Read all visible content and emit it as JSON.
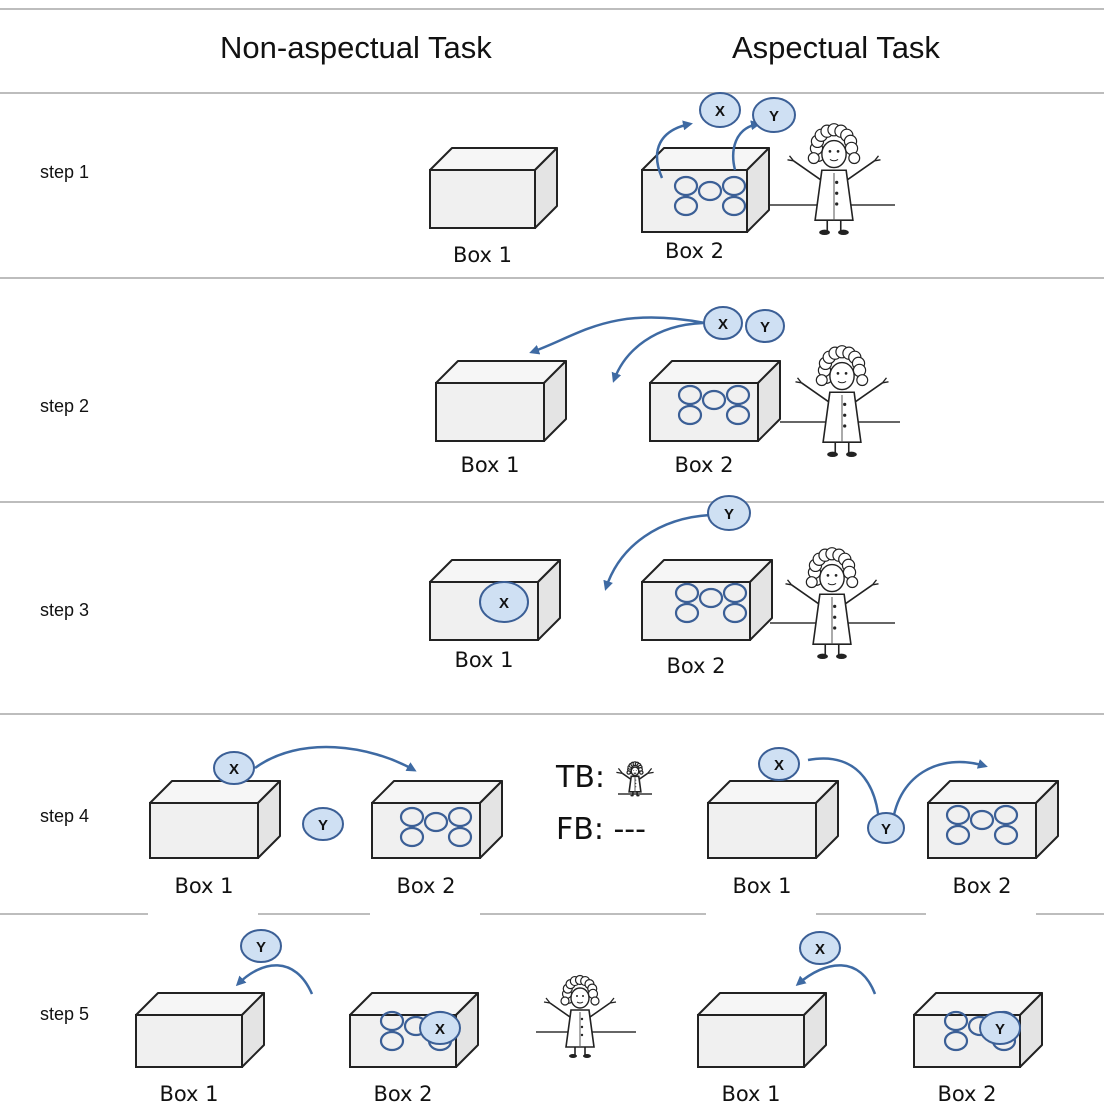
{
  "header": {
    "left_title": "Non-aspectual Task",
    "right_title": "Aspectual Task"
  },
  "steps": [
    "step 1",
    "step 2",
    "step 3",
    "step 4",
    "step 5"
  ],
  "box_labels": {
    "box1": "Box 1",
    "box2": "Box 2"
  },
  "ball_labels": {
    "x": "X",
    "y": "Y"
  },
  "beliefs": {
    "tb": "TB:",
    "fb": "FB: ---"
  },
  "colors": {
    "ball_fill": "#cfe0f3",
    "ball_stroke": "#3b5f96",
    "arrow": "#3e6aa3",
    "box_face": "#f0f0f0",
    "box_top": "#f6f6f6",
    "box_side": "#e4e4e4",
    "rule": "#bdbdbd"
  }
}
